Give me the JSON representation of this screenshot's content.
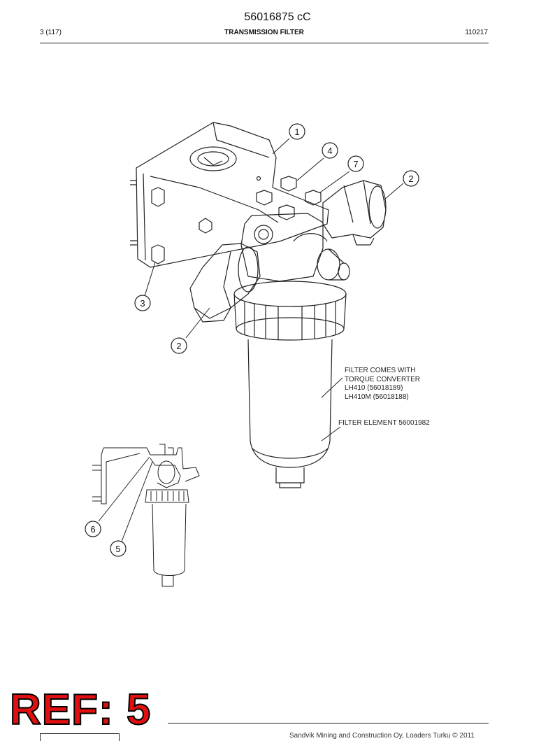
{
  "header": {
    "doc_number": "56016875 cC",
    "page": "3 (117)",
    "title": "TRANSMISSION FILTER",
    "date": "110217"
  },
  "callouts": {
    "note_lines": [
      "FILTER COMES WITH",
      "TORQUE CONVERTER",
      "LH410  (56018189)",
      "LH410M (56018188)"
    ],
    "element_label": "FILTER ELEMENT 56001982"
  },
  "balloons": [
    "1",
    "4",
    "7",
    "2",
    "3",
    "2",
    "6",
    "5"
  ],
  "stamp": {
    "text": "REF: 5"
  },
  "footer": {
    "copyright": "Sandvik Mining and Construction Oy, Loaders Turku © 2011"
  }
}
